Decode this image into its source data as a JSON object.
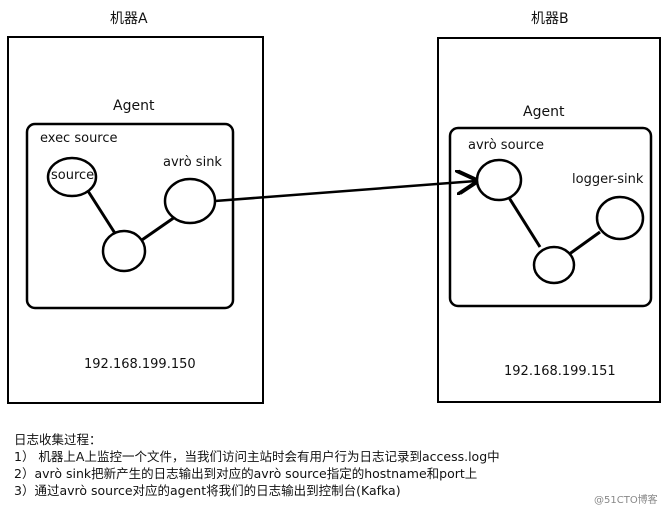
{
  "machine_a": {
    "title": "机器A",
    "agent": "Agent",
    "labels": {
      "exec_source": "exec source",
      "source": "source",
      "avro_sink": "avrò sink"
    },
    "ip": "192.168.199.150"
  },
  "machine_b": {
    "title": "机器B",
    "agent": "Agent",
    "labels": {
      "avro_source": "avrò source",
      "logger_sink": "logger-sink"
    },
    "ip": "192.168.199.151"
  },
  "notes": {
    "heading": "日志收集过程：",
    "steps": [
      "1） 机器上A上监控一个文件，当我们访问主站时会有用户行为日志记录到access.log中",
      "2）avrò sink把新产生的日志输出到对应的avrò source指定的hostname和port上",
      "3）通过avrò source对应的agent将我们的日志输出到控制台(Kafka)"
    ]
  },
  "watermark": "@51CTO博客"
}
